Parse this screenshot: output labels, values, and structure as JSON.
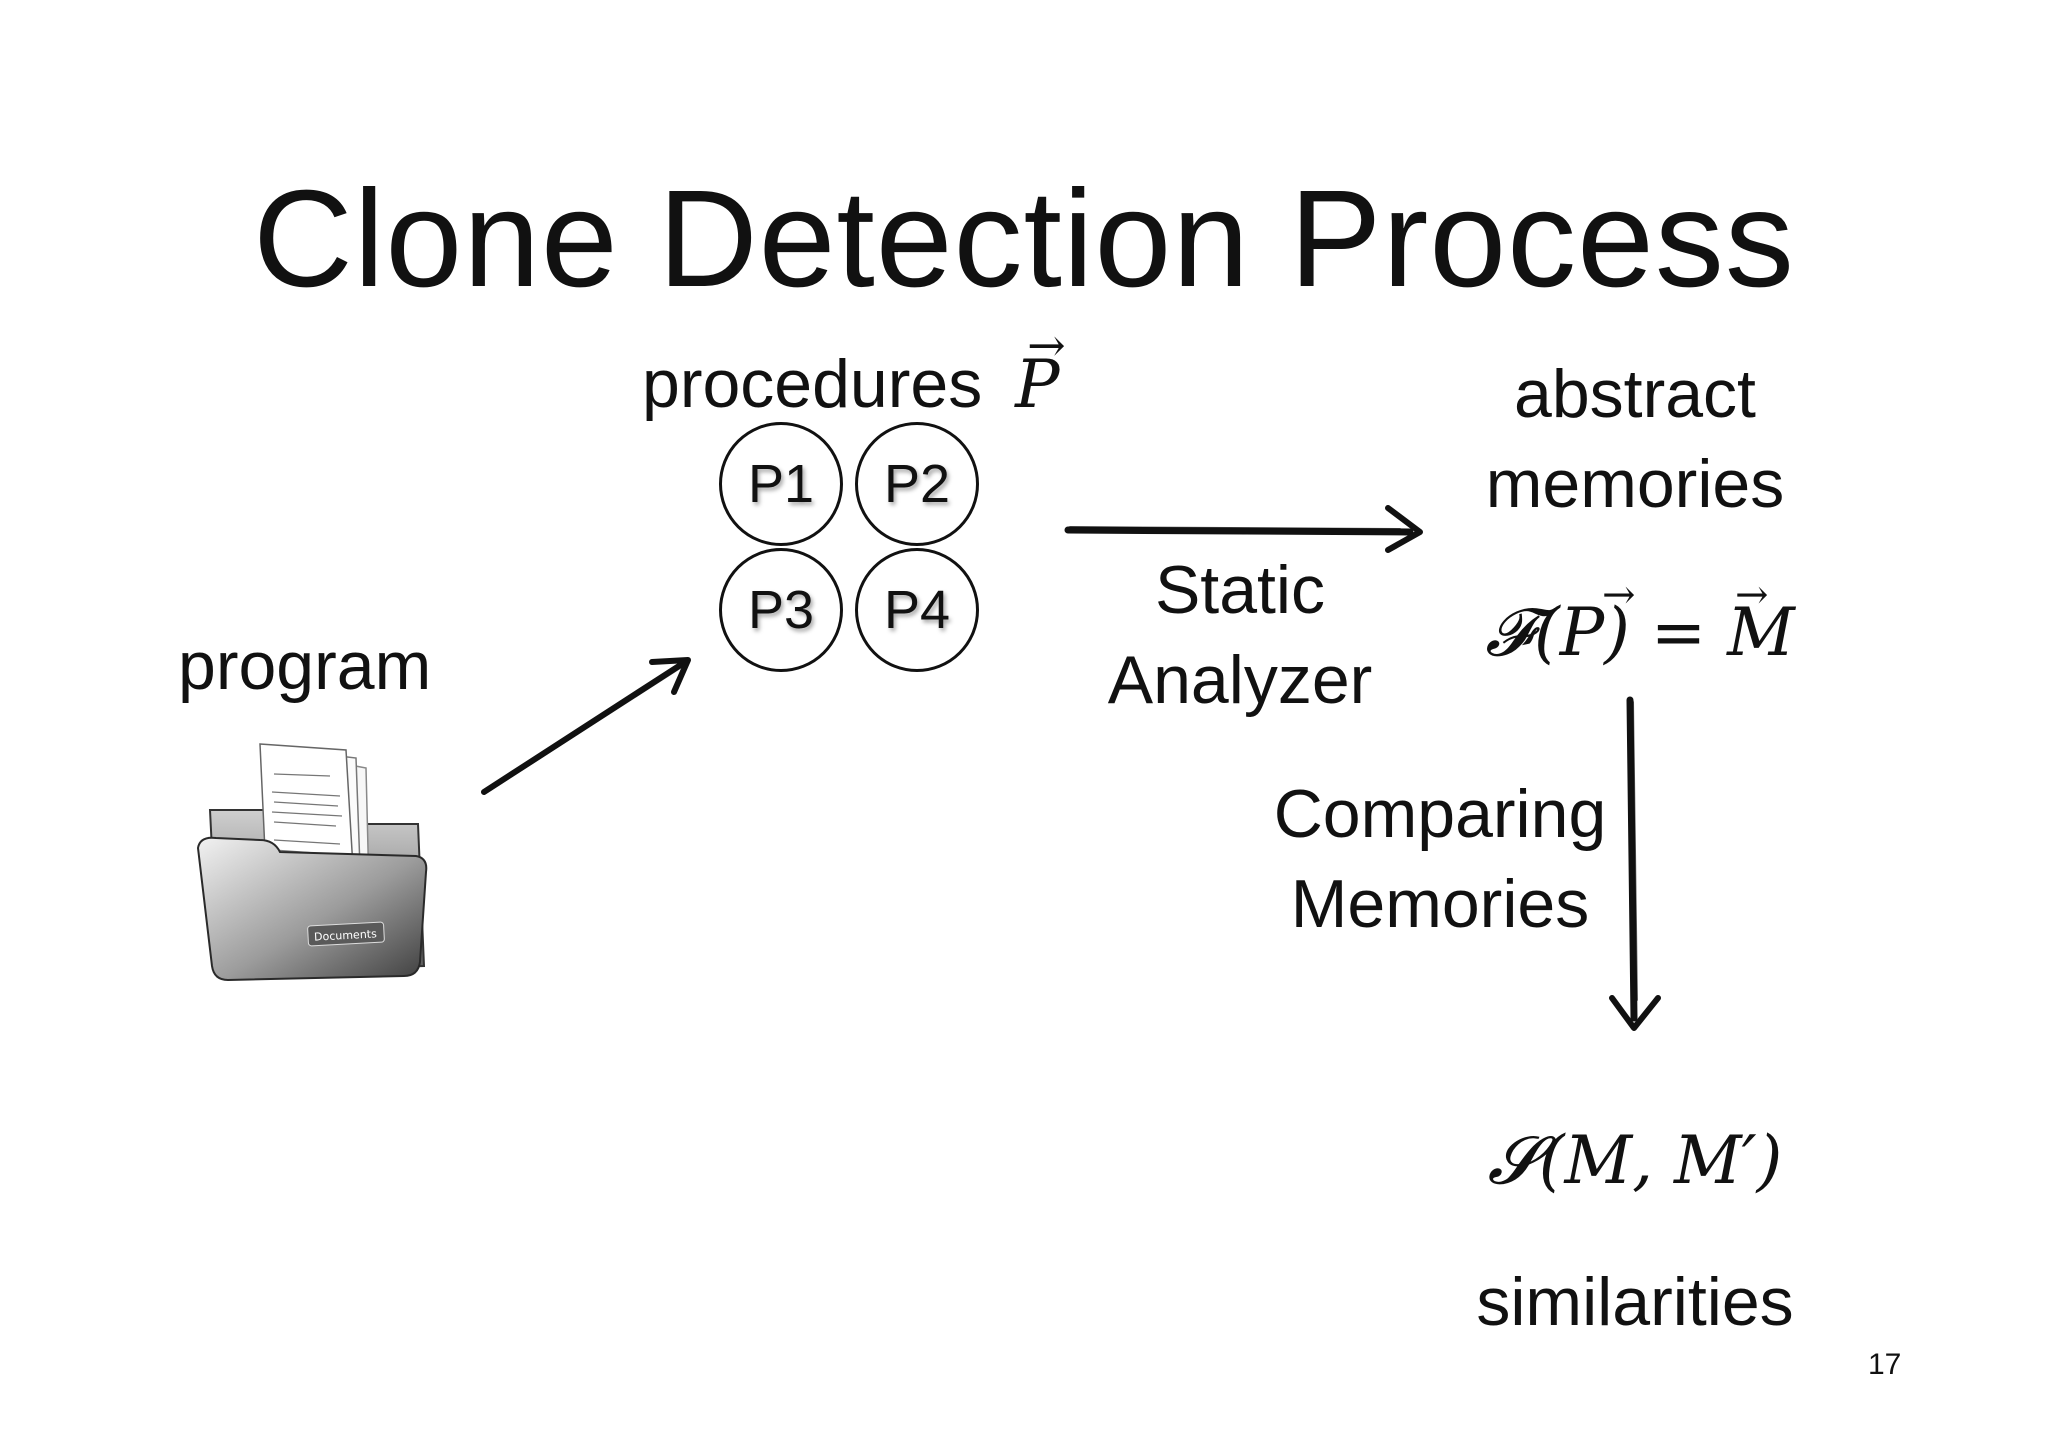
{
  "slide": {
    "title": "Clone Detection Process",
    "page_number": "17"
  },
  "nodes": {
    "program": "program",
    "procedures": "procedures",
    "procedures_symbol": "P",
    "procedure_circles": [
      "P1",
      "P2",
      "P3",
      "P4"
    ],
    "abstract_memories": [
      "abstract",
      "memories"
    ],
    "formula_F": "𝓕(P) = M",
    "similarity_formula": "𝓢(M, M′)",
    "similarities": "similarities"
  },
  "edges": {
    "static_analyzer": [
      "Static",
      "Analyzer"
    ],
    "comparing_memories": [
      "Comparing",
      "Memories"
    ]
  },
  "icons": {
    "folder": "documents-folder-icon",
    "folder_tab_text": "Documents"
  }
}
